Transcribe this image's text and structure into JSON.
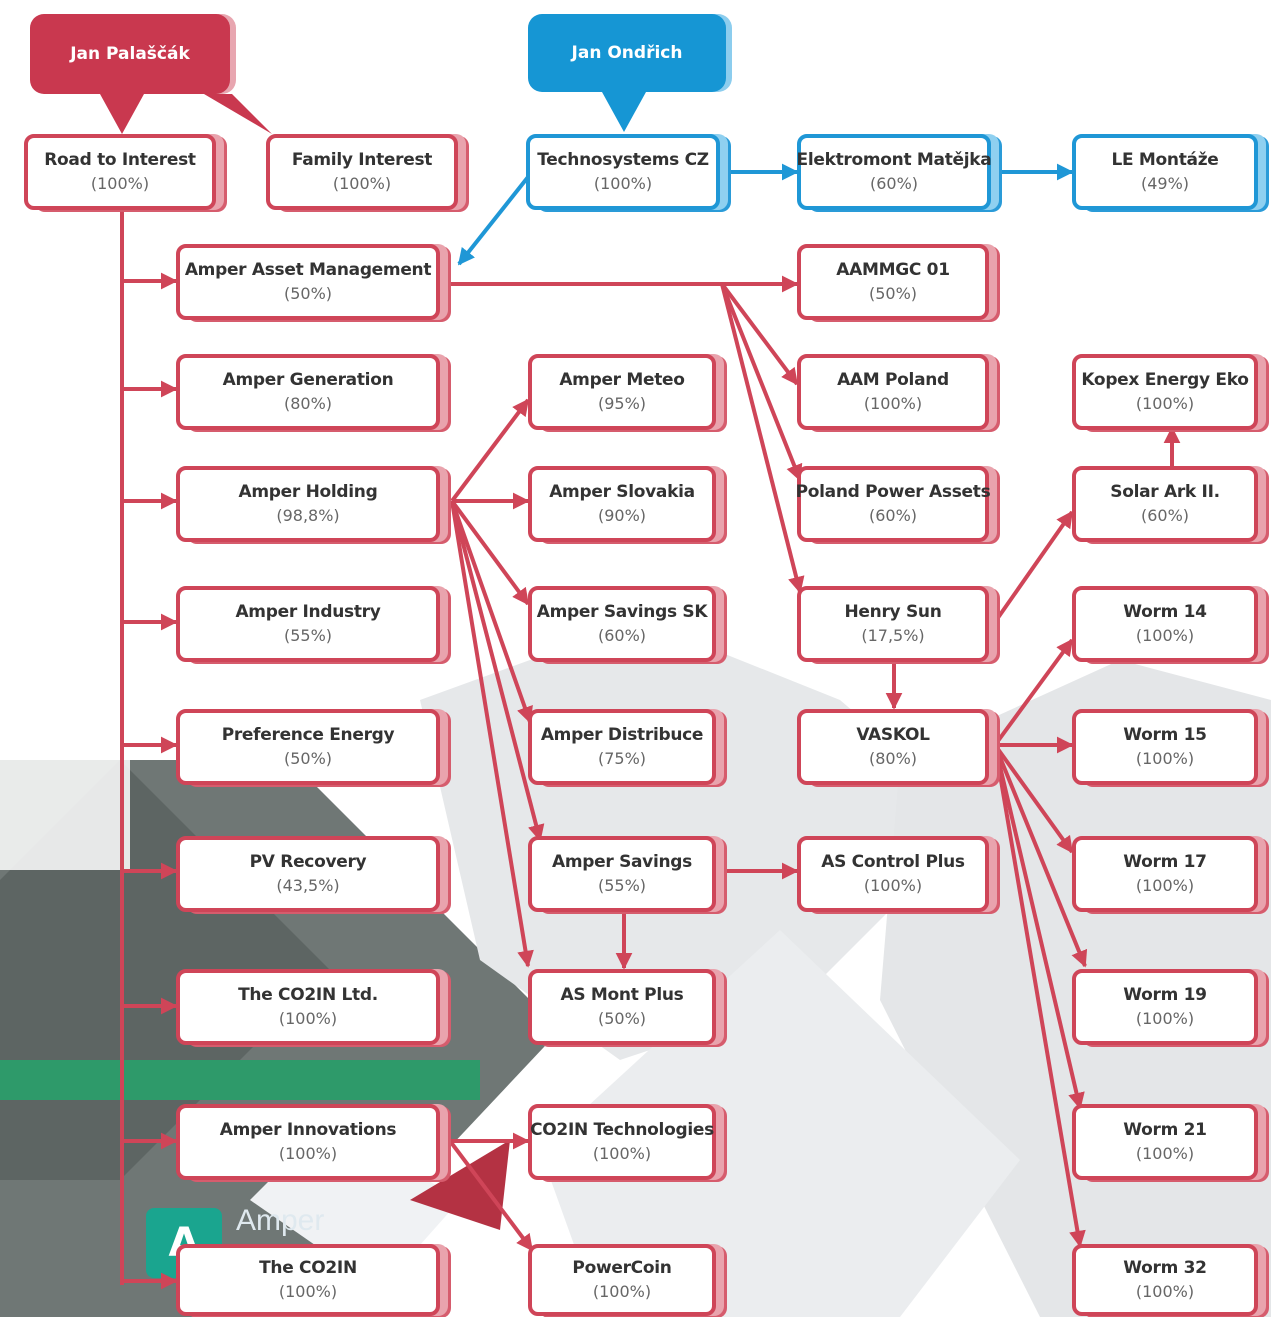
{
  "colors": {
    "red": "#cf4558",
    "blue": "#1f97d6",
    "red_shadow": "#e9a3ad",
    "blue_shadow": "#8fd0f0"
  },
  "callouts": {
    "palascak": "Jan Palaščák",
    "ondrich": "Jan Ondřich"
  },
  "nodes": {
    "road_to_interest": {
      "name": "Road to Interest",
      "pct": "(100%)"
    },
    "family_interest": {
      "name": "Family Interest",
      "pct": "(100%)"
    },
    "technosystems_cz": {
      "name": "Technosystems CZ",
      "pct": "(100%)"
    },
    "elektromont_matejka": {
      "name": "Elektromont Matějka",
      "pct": "(60%)"
    },
    "le_montaze": {
      "name": "LE Montáže",
      "pct": "(49%)"
    },
    "amper_asset_management": {
      "name": "Amper Asset Management",
      "pct": "(50%)"
    },
    "aammgc_01": {
      "name": "AAMMGC 01",
      "pct": "(50%)"
    },
    "amper_generation": {
      "name": "Amper Generation",
      "pct": "(80%)"
    },
    "amper_meteo": {
      "name": "Amper Meteo",
      "pct": "(95%)"
    },
    "aam_poland": {
      "name": "AAM Poland",
      "pct": "(100%)"
    },
    "kopex_energy_eko": {
      "name": "Kopex Energy Eko",
      "pct": "(100%)"
    },
    "amper_holding": {
      "name": "Amper Holding",
      "pct": "(98,8%)"
    },
    "amper_slovakia": {
      "name": "Amper Slovakia",
      "pct": "(90%)"
    },
    "poland_power_assets": {
      "name": "Poland Power Assets",
      "pct": "(60%)"
    },
    "solar_ark_ii": {
      "name": "Solar Ark II.",
      "pct": "(60%)"
    },
    "amper_industry": {
      "name": "Amper Industry",
      "pct": "(55%)"
    },
    "amper_savings_sk": {
      "name": "Amper Savings SK",
      "pct": "(60%)"
    },
    "henry_sun": {
      "name": "Henry Sun",
      "pct": "(17,5%)"
    },
    "worm_14": {
      "name": "Worm 14",
      "pct": "(100%)"
    },
    "preference_energy": {
      "name": "Preference Energy",
      "pct": "(50%)"
    },
    "amper_distribuce": {
      "name": "Amper Distribuce",
      "pct": "(75%)"
    },
    "vaskol": {
      "name": "VASKOL",
      "pct": "(80%)"
    },
    "worm_15": {
      "name": "Worm 15",
      "pct": "(100%)"
    },
    "pv_recovery": {
      "name": "PV Recovery",
      "pct": "(43,5%)"
    },
    "amper_savings": {
      "name": "Amper Savings",
      "pct": "(55%)"
    },
    "as_control_plus": {
      "name": "AS Control Plus",
      "pct": "(100%)"
    },
    "worm_17": {
      "name": "Worm 17",
      "pct": "(100%)"
    },
    "the_co2in_ltd": {
      "name": "The CO2IN Ltd.",
      "pct": "(100%)"
    },
    "as_mont_plus": {
      "name": "AS Mont Plus",
      "pct": "(50%)"
    },
    "worm_19": {
      "name": "Worm 19",
      "pct": "(100%)"
    },
    "amper_innovations": {
      "name": "Amper Innovations",
      "pct": "(100%)"
    },
    "co2in_technologies": {
      "name": "CO2IN Technologies",
      "pct": "(100%)"
    },
    "worm_21": {
      "name": "Worm 21",
      "pct": "(100%)"
    },
    "the_co2in": {
      "name": "The CO2IN",
      "pct": "(100%)"
    },
    "powercoin": {
      "name": "PowerCoin",
      "pct": "(100%)"
    },
    "worm_32": {
      "name": "Worm 32",
      "pct": "(100%)"
    }
  },
  "background": {
    "brand_text": "Amper"
  }
}
